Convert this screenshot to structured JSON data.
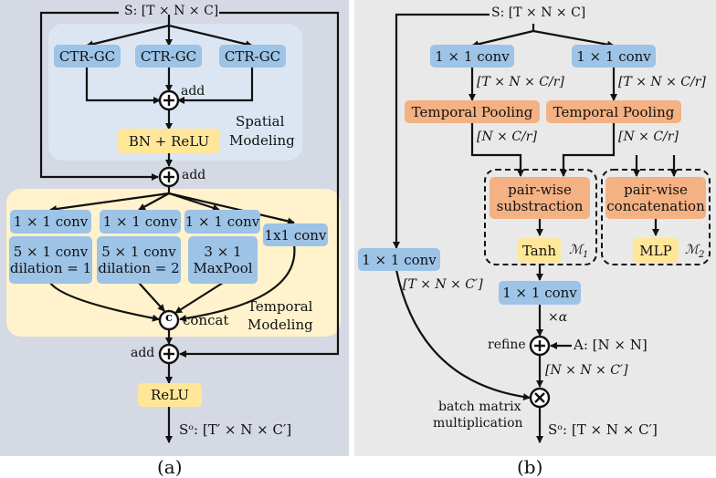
{
  "panel_a": {
    "input_label": "S: [T × N × C]",
    "ctr_gc": [
      "CTR-GC",
      "CTR-GC",
      "CTR-GC"
    ],
    "add_label_1": "add",
    "bn_relu": "BN + ReLU",
    "spatial_label": [
      "Spatial",
      "Modeling"
    ],
    "add_label_2": "add",
    "conv1_a": "1 × 1 conv",
    "conv1_b": "1 × 1 conv",
    "conv1_c": "1 × 1 conv",
    "conv_1x1_side": "1x1 conv",
    "branch1": [
      "5 × 1 conv",
      "dilation = 1"
    ],
    "branch2": [
      "5 × 1 conv",
      "dilation = 2"
    ],
    "branch3": [
      "3 × 1",
      "MaxPool"
    ],
    "concat_symbol": "c",
    "concat_label": "concat",
    "temporal_label": [
      "Temporal",
      "Modeling"
    ],
    "add_label_3": "add",
    "relu": "ReLU",
    "output_label": "Sᵒ: [T′ × N × C′]",
    "caption": "(a)"
  },
  "panel_b": {
    "input_label": "S: [T × N × C]",
    "conv_left": "1 × 1 conv",
    "conv_right": "1 × 1 conv",
    "shape_tncr_left": "[T × N × C/r]",
    "shape_tncr_right": "[T × N × C/r]",
    "pool_left": "Temporal Pooling",
    "pool_right": "Temporal Pooling",
    "shape_ncr_left": "[N × C/r]",
    "shape_ncr_right": "[N × C/r]",
    "pairwise_sub": [
      "pair-wise",
      "substraction"
    ],
    "pairwise_cat": [
      "pair-wise",
      "concatenation"
    ],
    "tanh": "Tanh",
    "m1": "ℳ",
    "m1_sub": "1",
    "mlp": "MLP",
    "m2": "ℳ",
    "m2_sub": "2",
    "conv_far_left": "1 × 1 conv",
    "shape_tncp": "[T × N × C′]",
    "conv_mid": "1 × 1 conv",
    "alpha": "×α",
    "refine": "refine",
    "A_label": "A: [N × N]",
    "shape_nnc": "[N × N × C′]",
    "batch": [
      "batch matrix",
      "multiplication"
    ],
    "output_label": "Sᵒ: [T × N × C′]",
    "caption": "(b)"
  },
  "colors": {
    "blue": "#9dc3e6",
    "orange": "#f4b183",
    "yellow": "#ffe699",
    "panel_a_bg": "#d5d9e3",
    "panel_b_bg": "#e9e9e9"
  }
}
